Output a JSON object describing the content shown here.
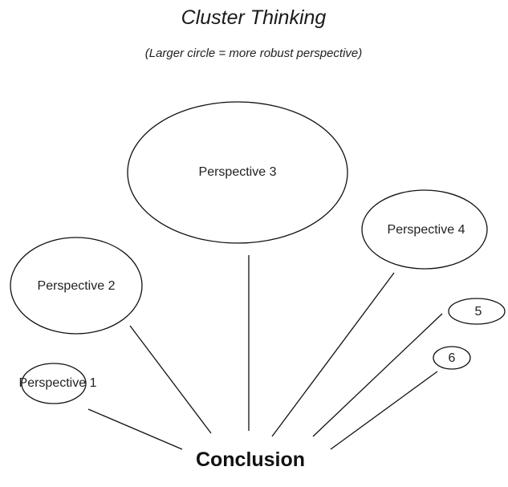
{
  "title": "Cluster Thinking",
  "subtitle": "(Larger circle = more robust perspective)",
  "conclusion": "Conclusion",
  "nodes": [
    {
      "id": "p1",
      "label": "Perspective 1",
      "robustness_rank": 5
    },
    {
      "id": "p2",
      "label": "Perspective 2",
      "robustness_rank": 2
    },
    {
      "id": "p3",
      "label": "Perspective 3",
      "robustness_rank": 1
    },
    {
      "id": "p4",
      "label": "Perspective 4",
      "robustness_rank": 3
    },
    {
      "id": "p5",
      "label": "5",
      "robustness_rank": 4
    },
    {
      "id": "p6",
      "label": "6",
      "robustness_rank": 6
    }
  ],
  "edges": [
    {
      "from": "p1",
      "to": "conclusion"
    },
    {
      "from": "p2",
      "to": "conclusion"
    },
    {
      "from": "p3",
      "to": "conclusion"
    },
    {
      "from": "p4",
      "to": "conclusion"
    },
    {
      "from": "p5",
      "to": "conclusion"
    },
    {
      "from": "p6",
      "to": "conclusion"
    }
  ]
}
